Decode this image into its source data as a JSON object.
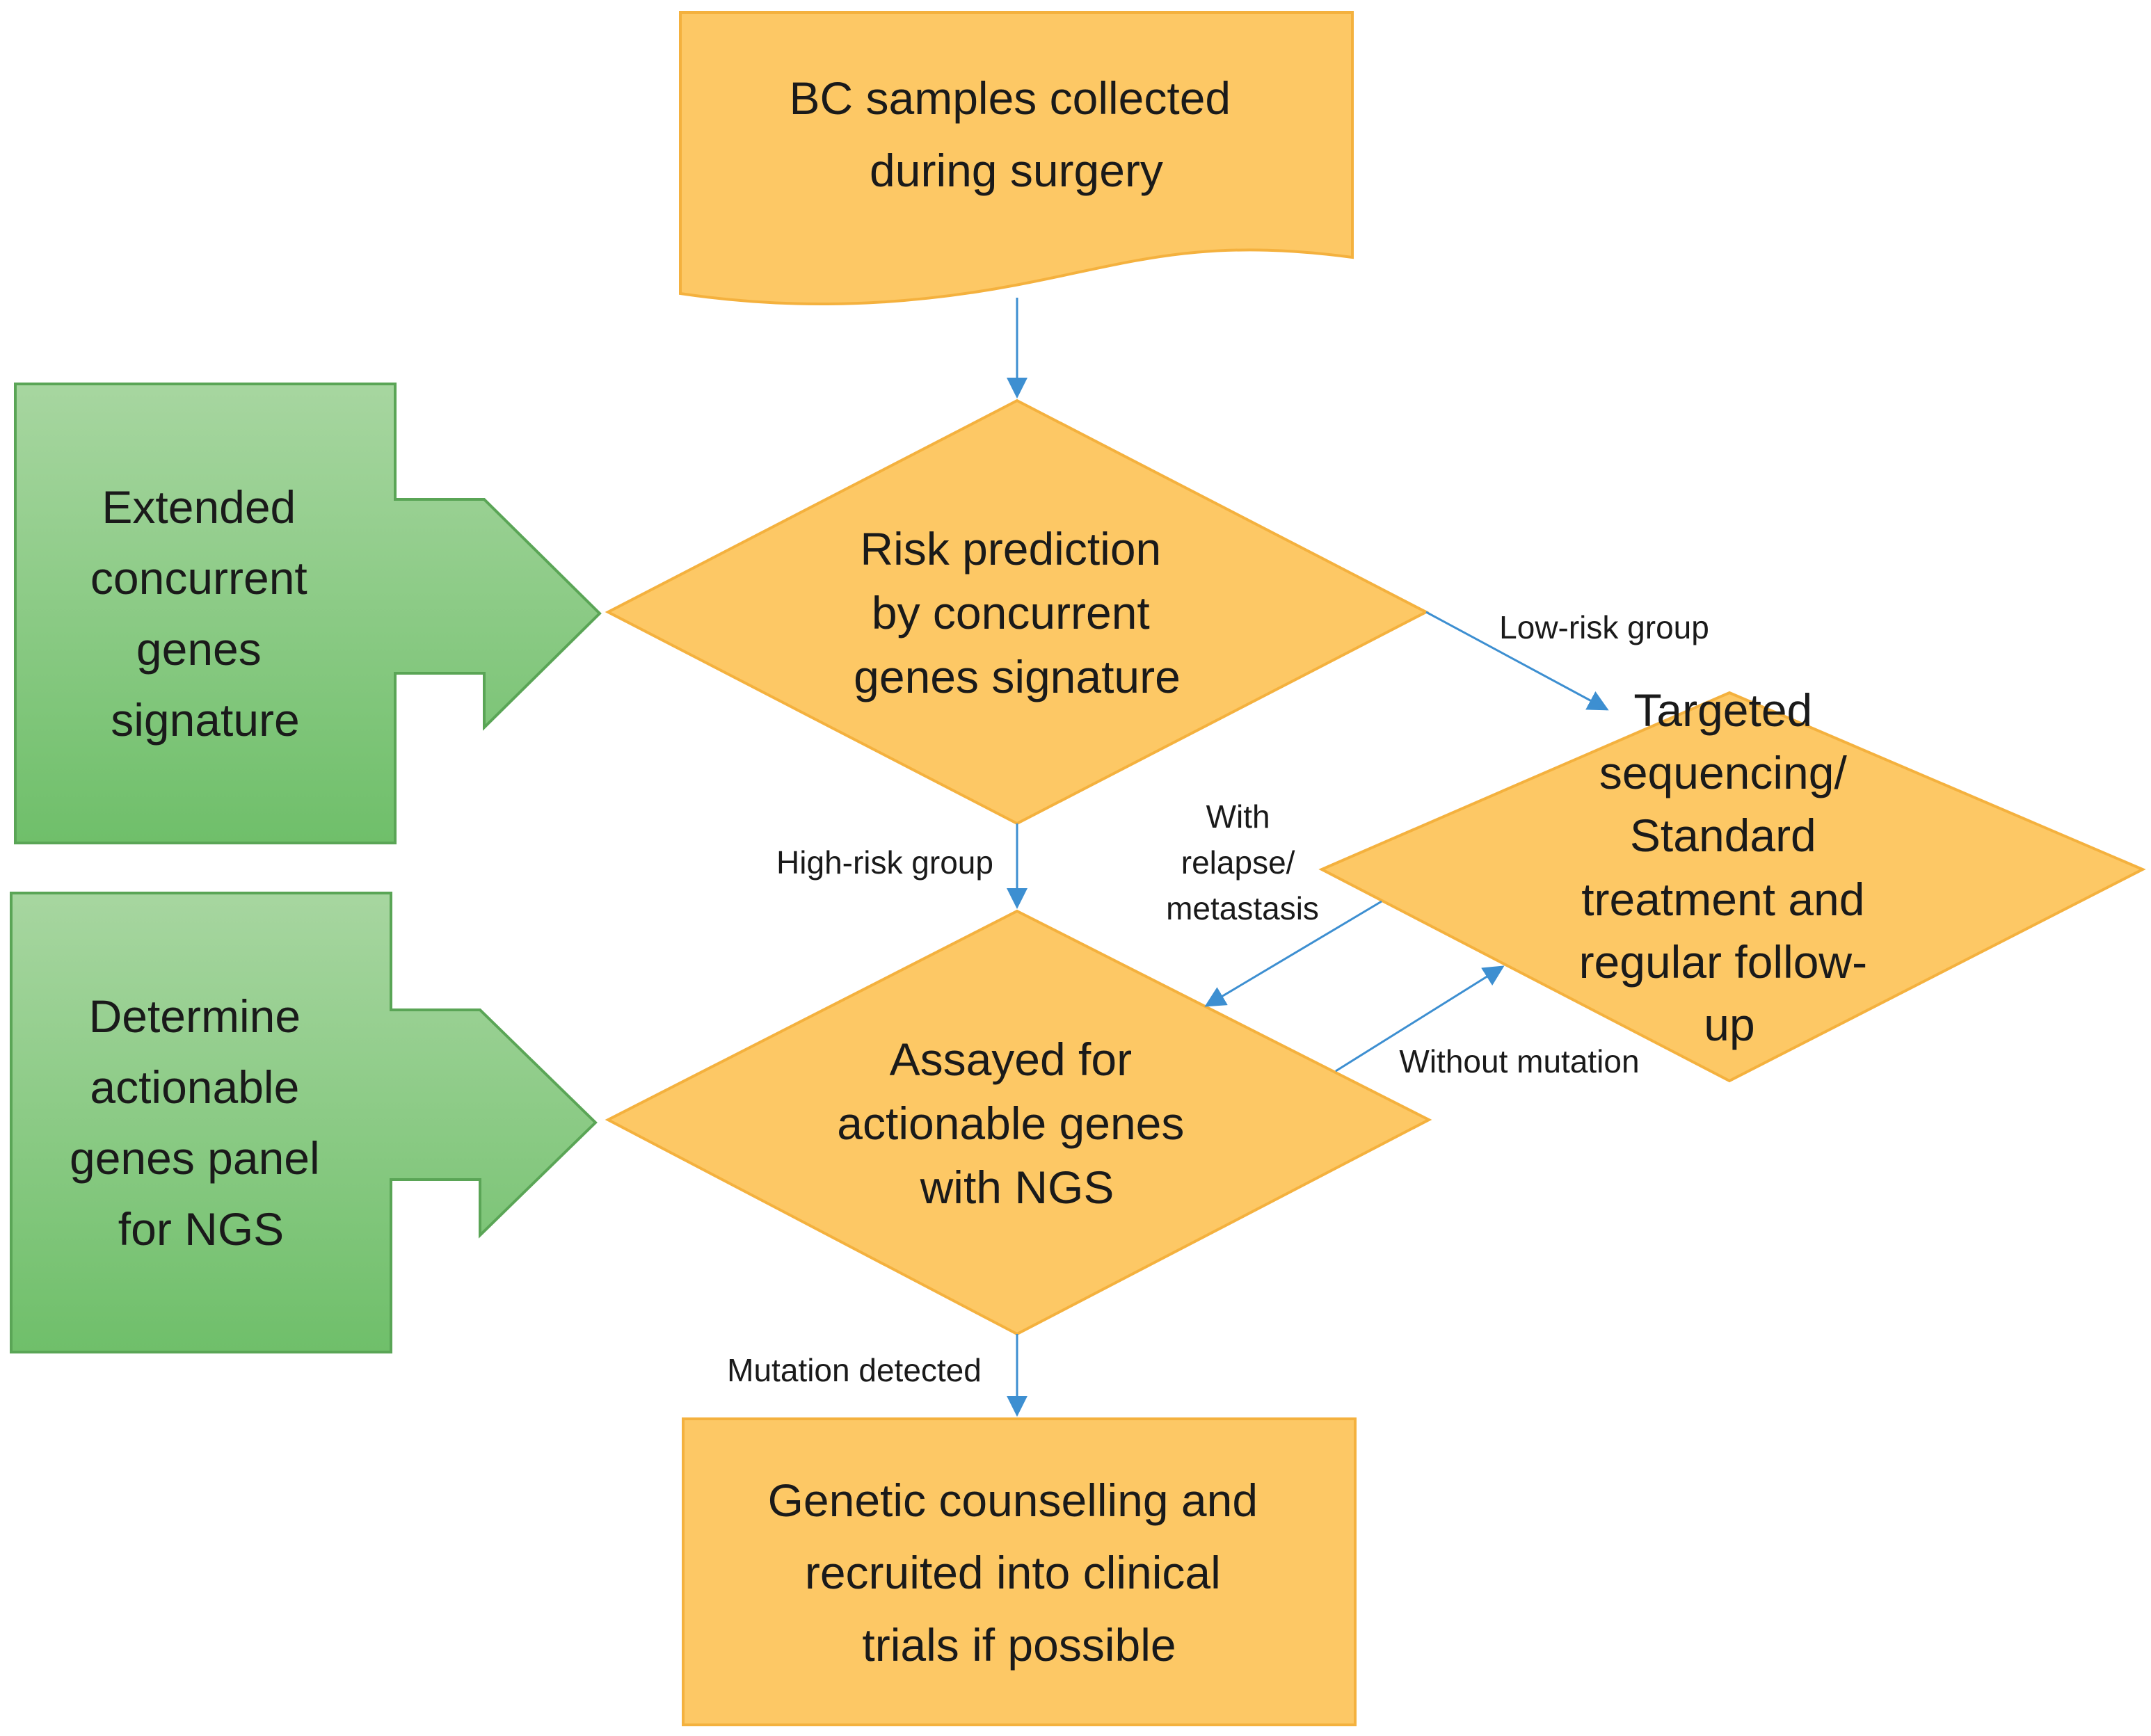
{
  "colors": {
    "orange_fill": "#fdc865",
    "orange_stroke": "#f4b13e",
    "green_fill_top": "#a7d6a0",
    "green_fill_bottom": "#6fbf6a",
    "green_stroke": "#5aa556",
    "connector": "#3d8fd1"
  },
  "nodes": {
    "samples": {
      "lines": [
        "BC samples collected",
        "during surgery"
      ]
    },
    "risk": {
      "lines": [
        "Risk prediction",
        "by concurrent",
        "genes signature"
      ]
    },
    "targeted": {
      "lines": [
        "Targeted",
        "sequencing/",
        "Standard",
        "treatment  and",
        "regular follow-",
        "up"
      ]
    },
    "assayed": {
      "lines": [
        "Assayed for",
        "actionable genes",
        "with NGS"
      ]
    },
    "genetic": {
      "lines": [
        "Genetic counselling and",
        "recruited into clinical",
        "trials if possible"
      ]
    },
    "extended": {
      "lines": [
        "Extended",
        "concurrent",
        "genes",
        "signature"
      ]
    },
    "determine": {
      "lines": [
        "Determine",
        "actionable",
        "genes panel",
        "for NGS"
      ]
    }
  },
  "edge_labels": {
    "low_risk": "Low-risk group",
    "high_risk": "High-risk group",
    "with_relapse": [
      "With",
      "relapse/",
      "metastasis"
    ],
    "without_mutation": "Without mutation",
    "mutation_detected": "Mutation  detected"
  }
}
